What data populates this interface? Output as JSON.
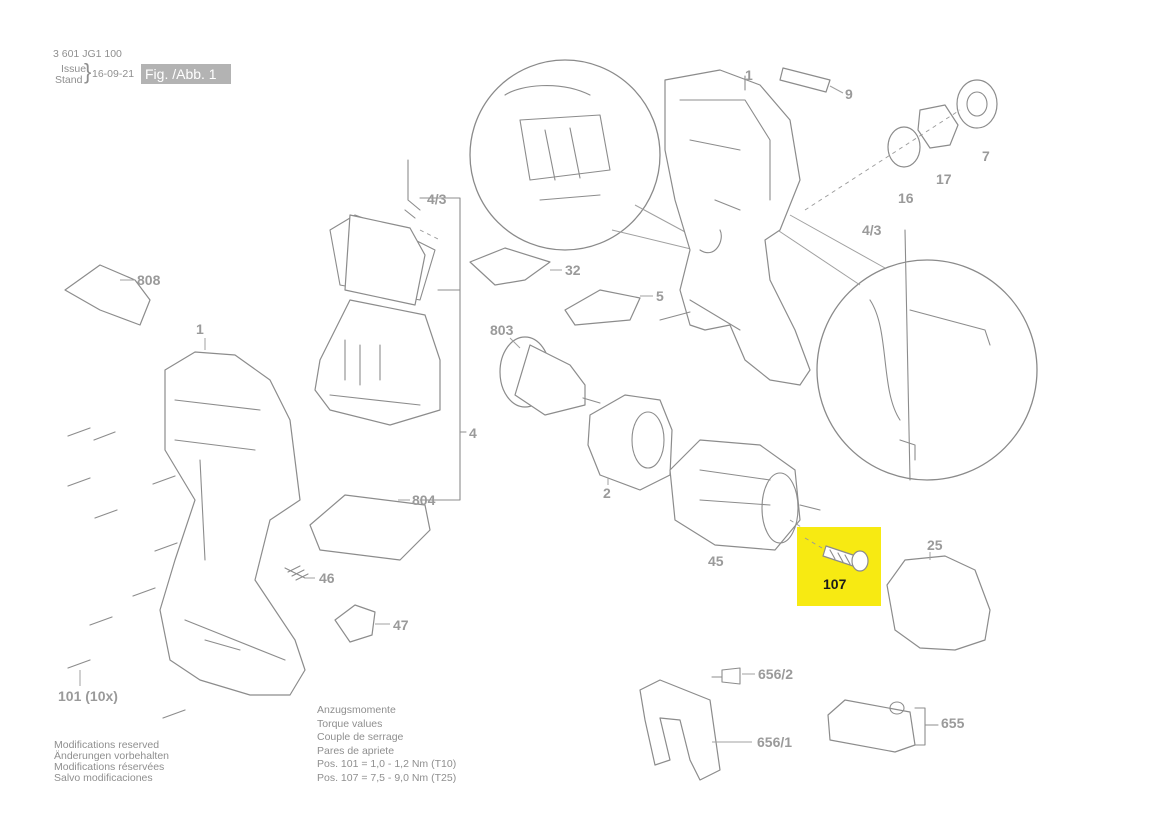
{
  "header": {
    "drawing_number": "3 601 JG1 100",
    "issue_label": "Issue",
    "stand_label": "Stand",
    "date": "16-09-21",
    "figure_label": "Fig. /Abb. 1"
  },
  "parts": {
    "p1_top": "1",
    "p9": "9",
    "p7": "7",
    "p16": "16",
    "p17": "17",
    "p4_3_top": "4/3",
    "p4_3_right": "4/3",
    "p808": "808",
    "p32": "32",
    "p5": "5",
    "p803": "803",
    "p1_left": "1",
    "p4": "4",
    "p2": "2",
    "p804": "804",
    "p45": "45",
    "p46": "46",
    "p25": "25",
    "p47": "47",
    "p656_2": "656/2",
    "p655": "655",
    "p101": "101 (10x)",
    "p656_1": "656/1",
    "highlighted": "107"
  },
  "highlight_color": "#f7ea12",
  "torque": {
    "lines": [
      "Anzugsmomente",
      "Torque values",
      "Couple de serrage",
      "Pares de apriete"
    ],
    "pos101": "Pos. 101  =  1,0 - 1,2 Nm (T10)",
    "pos107": "Pos. 107  =  7,5 - 9,0 Nm (T25)"
  },
  "modifications": [
    "Modifications reserved",
    "Änderungen vorbehalten",
    "Modifications réservées",
    "Salvo modificaciones"
  ]
}
